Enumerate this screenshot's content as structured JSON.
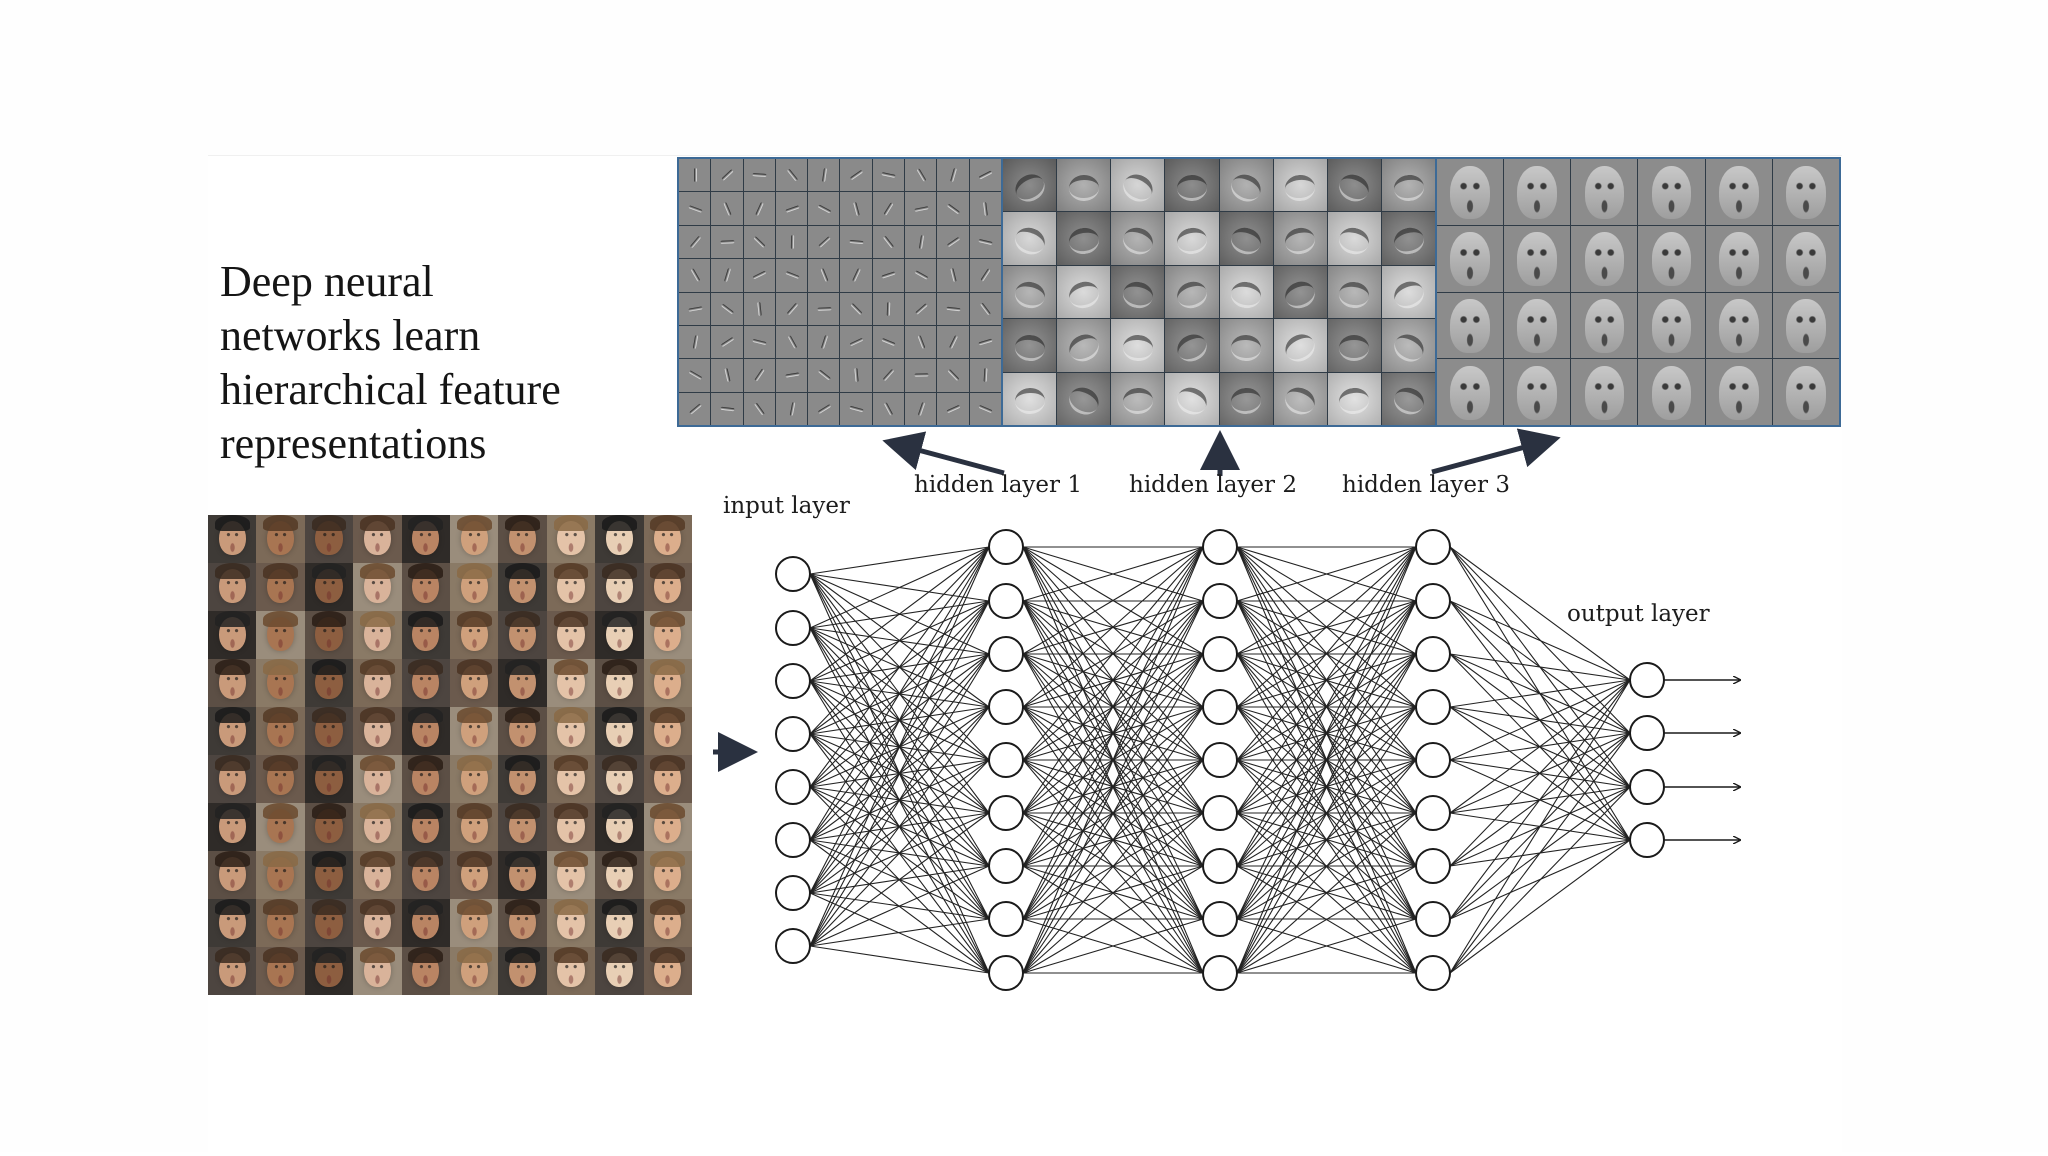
{
  "slide": {
    "title_lines": [
      "Deep neural",
      "networks learn",
      "hierarchical feature",
      "representations"
    ]
  },
  "network": {
    "labels": {
      "input": "input layer",
      "hidden1": "hidden layer 1",
      "hidden2": "hidden layer 2",
      "hidden3": "hidden layer 3",
      "output": "output layer"
    },
    "layer_sizes": [
      8,
      9,
      9,
      9,
      4
    ]
  },
  "feature_grids": {
    "edges": {
      "rows": 8,
      "cols": 10
    },
    "parts": {
      "rows": 5,
      "cols": 8
    },
    "faces": {
      "rows": 4,
      "cols": 6
    }
  },
  "face_dataset": {
    "rows": 10,
    "cols": 10
  },
  "colors": {
    "panel_border": "#3d6a96",
    "arrow": "#2a3140",
    "node_stroke": "#1a1a1a",
    "edge_line": "#222222"
  }
}
